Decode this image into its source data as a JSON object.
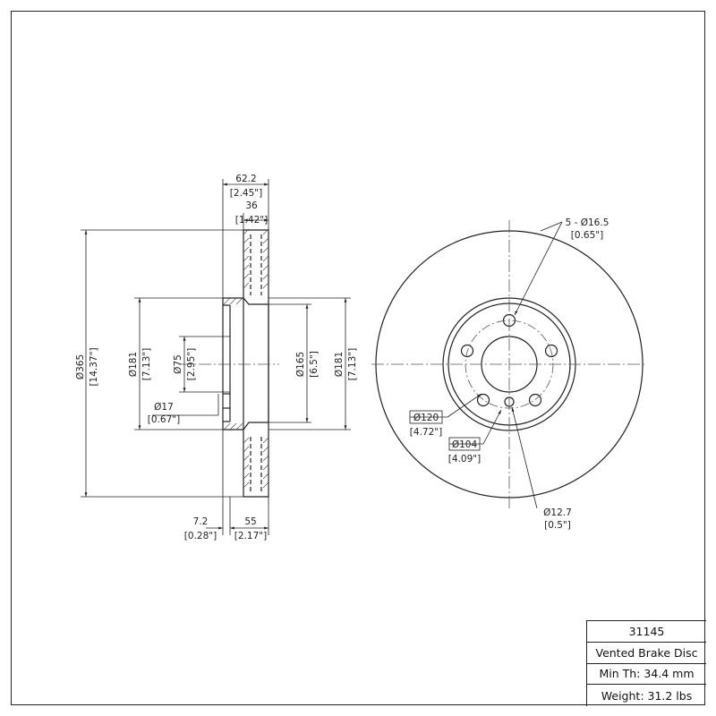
{
  "side_view": {
    "width_total": "62.2",
    "width_total_in": "[2.45\"]",
    "disc_thickness": "36",
    "disc_thickness_in": "[1.42\"]",
    "outer_diameter": "Ø365",
    "outer_diameter_in": "[14.37\"]",
    "hat_outer_diameter": "Ø181",
    "hat_outer_diameter_in": "[7.13\"]",
    "center_bore": "Ø75",
    "center_bore_in": "[2.95\"]",
    "small_hole": "Ø17",
    "small_hole_in": "[0.67\"]",
    "inner_diameter": "Ø165",
    "inner_diameter_in": "[6.5\"]",
    "hat_right_diameter": "Ø181",
    "hat_right_diameter_in": "[7.13\"]",
    "hat_thickness": "7.2",
    "hat_thickness_in": "[0.28\"]",
    "hat_height": "55",
    "hat_height_in": "[2.17\"]"
  },
  "front_view": {
    "bolt_holes": "5 - Ø16.5",
    "bolt_holes_in": "[0.65\"]",
    "bolt_circle": "Ø120",
    "bolt_circle_in": "[4.72\"]",
    "hole_circle": "Ø104",
    "hole_circle_in": "[4.09\"]",
    "pin_hole": "Ø12.7",
    "pin_hole_in": "[0.5\"]"
  },
  "title_block": {
    "part_number": "31145",
    "description": "Vented Brake Disc",
    "min_thickness": "Min Th: 34.4 mm",
    "weight": "Weight: 31.2 lbs"
  }
}
